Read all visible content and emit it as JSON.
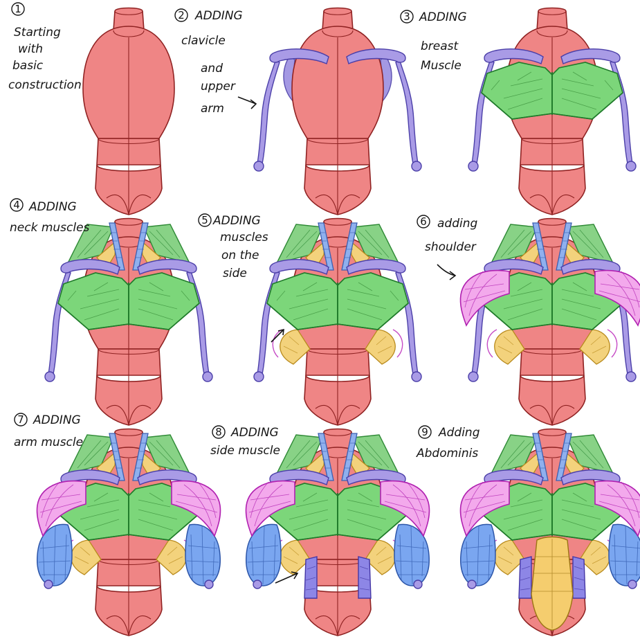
{
  "steps": [
    {
      "num": "1",
      "lines": [
        "Starting",
        "with",
        "basic",
        "construction"
      ]
    },
    {
      "num": "2",
      "lines": [
        "ADDING",
        "clavicle",
        "and",
        "upper",
        "arm"
      ]
    },
    {
      "num": "3",
      "lines": [
        "ADDING",
        "breast",
        "Muscle"
      ]
    },
    {
      "num": "4",
      "lines": [
        "ADDING",
        "neck muscles"
      ]
    },
    {
      "num": "5",
      "lines": [
        "ADDING",
        "muscles",
        "on the",
        "side"
      ]
    },
    {
      "num": "6",
      "lines": [
        "adding",
        "shoulder"
      ]
    },
    {
      "num": "7",
      "lines": [
        "ADDING",
        "arm muscle"
      ]
    },
    {
      "num": "8",
      "lines": [
        "ADDING",
        "side muscle"
      ]
    },
    {
      "num": "9",
      "lines": [
        "Adding",
        "Abdominis"
      ]
    }
  ],
  "colors": {
    "torso": "#ef8585",
    "bone": "#a99be6",
    "pec": "#7cd67a",
    "trap": "#88d286",
    "scm": "#8fb0ee",
    "neck_fill": "#f3d27c",
    "deltoid": "#f3a9ec",
    "arm": "#7aa6f0",
    "lat": "#8d86e6",
    "abs": "#f5cd6e"
  }
}
